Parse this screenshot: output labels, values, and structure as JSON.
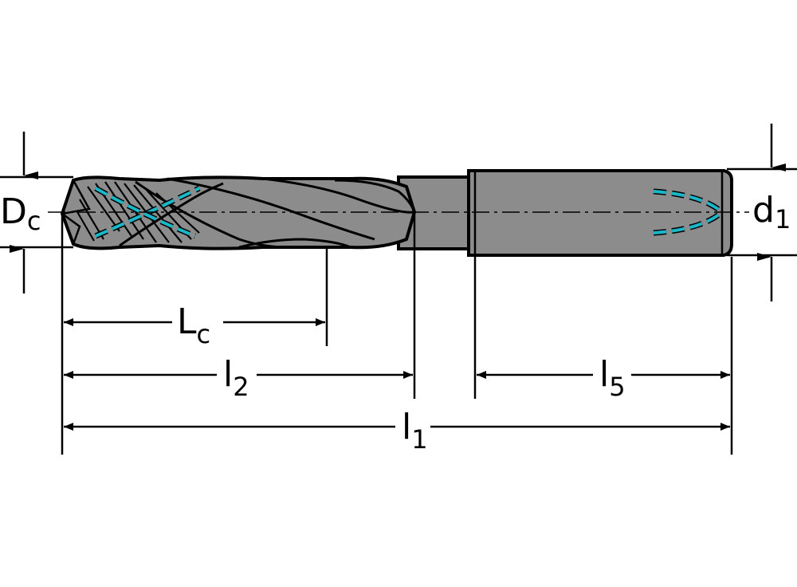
{
  "labels": {
    "Dc": {
      "main": "D",
      "sub": "c"
    },
    "d1": {
      "main": "d",
      "sub": "1"
    },
    "Lc": {
      "main": "L",
      "sub": "c"
    },
    "l2": {
      "main": "l",
      "sub": "2"
    },
    "l5": {
      "main": "l",
      "sub": "5"
    },
    "l1": {
      "main": "l",
      "sub": "1"
    }
  },
  "colors": {
    "tool_body": "#8c8c8c",
    "coolant_channel": "#19b7c8",
    "line": "#000000",
    "background": "#ffffff"
  }
}
